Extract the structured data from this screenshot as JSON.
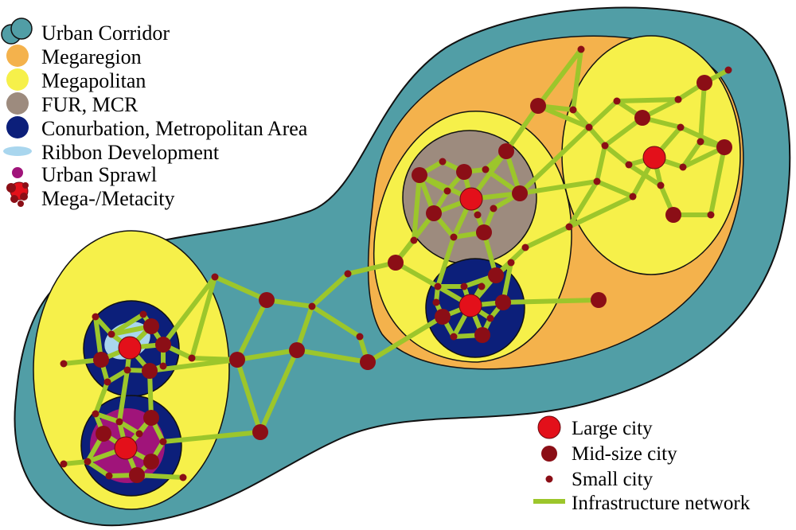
{
  "colors": {
    "urban_corridor": "#519ea6",
    "megaregion": "#f4b24c",
    "megapolitan": "#f6f04a",
    "fur_mcr": "#9d8b7e",
    "conurbation": "#0c1f7a",
    "ribbon": "#a9d6ee",
    "urban_sprawl": "#a0147a",
    "large_city": "#e3101a",
    "mid_city": "#8b0e16",
    "small_city": "#8b0e16",
    "network": "#9cc62b",
    "outline": "#111111"
  },
  "legend_top": [
    {
      "label": "Urban Corridor",
      "symbol": "urban-corridor"
    },
    {
      "label": "Megaregion",
      "symbol": "megaregion"
    },
    {
      "label": "Megapolitan",
      "symbol": "megapolitan"
    },
    {
      "label": "FUR, MCR",
      "symbol": "fur-mcr"
    },
    {
      "label": "Conurbation, Metropolitan Area",
      "symbol": "conurbation"
    },
    {
      "label": "Ribbon Development",
      "symbol": "ribbon-development"
    },
    {
      "label": "Urban Sprawl",
      "symbol": "urban-sprawl"
    },
    {
      "label": "Mega-/Metacity",
      "symbol": "mega-metacity"
    }
  ],
  "legend_bottom": [
    {
      "label": "Large city",
      "symbol": "large-city"
    },
    {
      "label": "Mid-size city",
      "symbol": "mid-size-city"
    },
    {
      "label": "Small city",
      "symbol": "small-city"
    },
    {
      "label": "Infrastructure network",
      "symbol": "infrastructure-network"
    }
  ]
}
